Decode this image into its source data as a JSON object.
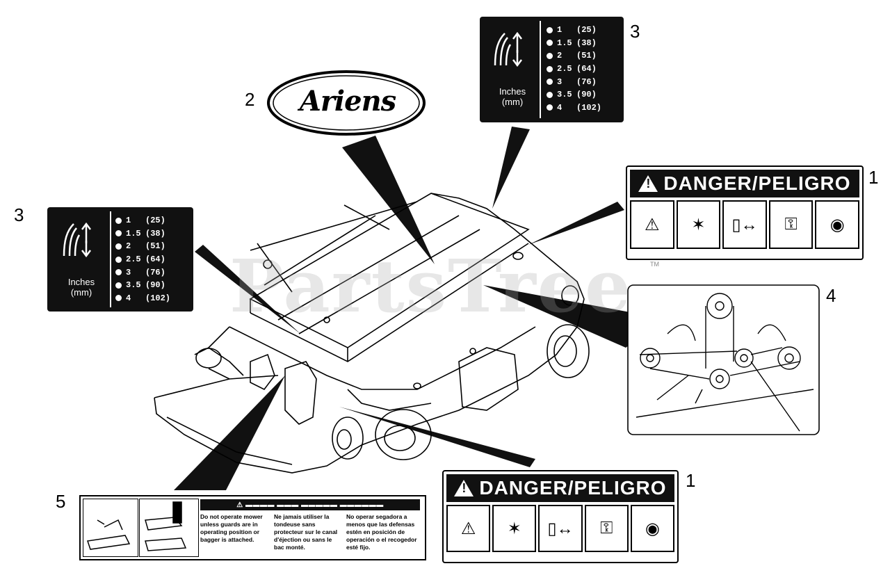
{
  "callouts": {
    "c1a": "1",
    "c1b": "1",
    "c2": "2",
    "c3a": "3",
    "c3b": "3",
    "c4": "4",
    "c5": "5"
  },
  "logo": {
    "text": "Ariens"
  },
  "watermark": {
    "text": "PartsTree",
    "tm": "TM"
  },
  "height_chart": {
    "unit_label_1": "Inches",
    "unit_label_2": "(mm)",
    "rows": [
      {
        "in": "1",
        "mm": "(25)"
      },
      {
        "in": "1.5",
        "mm": "(38)"
      },
      {
        "in": "2",
        "mm": "(51)"
      },
      {
        "in": "2.5",
        "mm": "(64)"
      },
      {
        "in": "3",
        "mm": "(76)"
      },
      {
        "in": "3.5",
        "mm": "(90)"
      },
      {
        "in": "4",
        "mm": "(102)"
      }
    ]
  },
  "danger": {
    "title": "DANGER/PELIGRO"
  },
  "warning": {
    "col1": "Do not operate mower unless guards are in operating position or bagger is attached.",
    "col2": "Ne jamais utiliser la tondeuse sans protecteur sur le canal d'éjection ou sans le bac monté.",
    "col3": "No operar segadora a menos que las defensas estén en posición de operación o el recogedor esté fijo."
  },
  "colors": {
    "decal_black": "#111111",
    "line": "#000000"
  }
}
